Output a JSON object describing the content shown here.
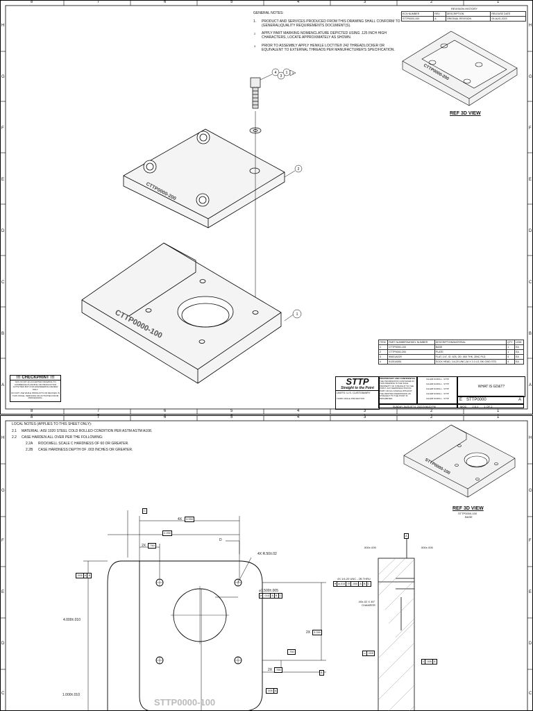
{
  "sheet1": {
    "zone_cols": [
      "8",
      "7",
      "6",
      "5",
      "4",
      "3",
      "2",
      "1"
    ],
    "zone_rows": [
      "H",
      "G",
      "F",
      "E",
      "D",
      "C",
      "B",
      "A"
    ],
    "general_notes_title": "GENERAL NOTES:",
    "notes": [
      {
        "num": "1.",
        "text": "PRODUCT AND SERVICES PRODUCED FROM THIS DRAWING SHALL CONFORM TO (GENERAL)QUALITY REQUIREMENTS DOCUMENT(S)."
      },
      {
        "num": "2",
        "text": "APPLY PART MARKING NOMENCLATURE DEPICTED USING .125 INCH HIGH CHARACTERS, LOCATE APPROXIMATELY AS SHOWN."
      },
      {
        "num": "3",
        "text": "PRIOR TO ASSEMBLY APPLY HENKLE LOCTITE® 242 THREADLOCKER OR EQUIVALENT TO EXTERNAL THREADS PER MANUFACTURER'S SPECIFICATION."
      }
    ],
    "revision_table": {
      "title": "REVISION HISTORY",
      "headers": [
        "ECN NUMBER",
        "REV",
        "DESCRIPTION",
        "RELEASE DATE"
      ],
      "rows": [
        [
          "STTP0000-000",
          "A",
          "ORIGINAL REVISION",
          "09-AUG-2023"
        ]
      ]
    },
    "ref_view_label": "REF 3D VIEW",
    "upper_plate_marking": "CTTP0000-200",
    "base_plate_marking": "CTTP0000-100",
    "iso_marking": "CTTP0000-200",
    "balloons": {
      "b1": "1",
      "b2": "2",
      "b3": "3",
      "b4": "4",
      "b3note": "3"
    },
    "checkprint": {
      "title": "!!! CHECKPRINT !!!",
      "line1": "THIS IS NOT AN ACCEPTED DRAWING TO COMMENCE PLANNING OR PRODUCTION ACTIVITIES BUT FOR ENGINEERING REVIEW ONLY.",
      "line2": "DO NOT USE WHILE PRODUCTS OR DEVICES IN THIS STAGE, SERVICES OR ACTIVITIES FROM PROCESSING."
    },
    "bom": {
      "headers": [
        "ITEM",
        "PART NUMBER/MODEL NUMBER",
        "DESCRIPTION/MATERIAL",
        "QTY",
        "UOM"
      ],
      "rows": [
        [
          "1",
          "CTTP0000-100",
          "BASE",
          "1",
          "EA"
        ],
        [
          "2",
          "CTTP0000-200",
          "PLATE",
          "1",
          "EA"
        ],
        [
          "3",
          "90631A029",
          "FLAT, 1/4\", ID .625, OD .063 THK, ZINC PLD",
          "4",
          "EA"
        ],
        [
          "4",
          "91251A551",
          "SOCK HEAD, 1/4-20 UNC-2A X 1.0 LG, BK OXID STD",
          "4",
          "EA"
        ]
      ]
    },
    "title_block": {
      "company": "STTP",
      "tagline": "Straight to the Point",
      "units": "UNITS: U.S. CUSTOMARY",
      "third_angle": "THIRD ANGLE PROJECTION",
      "prop_title": "PROPRIETARY AND CONFIDENTIAL",
      "prop_text": "THE INFORMATION CONTAINED IN THIS DRAWING IS THE SOLE PROPERTY OF STRAIGHT TO THE POINT. ANY REPRODUCTION IN PART OR AS A WHOLE WITHOUT THE WRITTEN PERMISSION OF STRAIGHT TO THE POINT IS PROHIBITED.",
      "drawn_by": "CALEB SCROLL - STTP",
      "checked_by": "CALEB SCROLL - STTP",
      "engineer": "CALEB SCROLL - STTP",
      "approved_by": "CALEB SCROLL - STTP",
      "released_by": "CALEB SCROLL - STTP",
      "title": "WHAT IS GD&T?",
      "size": "E",
      "drawing_no": "STTP0000",
      "rev": "A",
      "type": "MOD",
      "scale": "2.5:1",
      "sheet": "1 OF 2",
      "date": "SUNDAY, AUGUST 6, 2023 5:06:20 PM",
      "cage": "STTP0000-000"
    }
  },
  "sheet2": {
    "local_notes_title": "LOCAL NOTES (APPLIES TO THIS SHEET ONLY):",
    "local_notes": [
      {
        "num": "2.1",
        "text": "MATERIAL: AISI 1020 STEEL COLD ROLLED CONDITION PER ASTM ASTM A108."
      },
      {
        "num": "2.2",
        "text": "CASE HARDEN ALL OVER PER THE FOLLOWING:"
      },
      {
        "num": "2.2A",
        "text": "ROCKWELL SCALE C HARDNESS OF 60 OR GREATER."
      },
      {
        "num": "2.2B",
        "text": "CASE HARDNESS DEPTH OF .003 INCHES OR GREATER."
      }
    ],
    "ref_view_label": "REF 3D VIEW",
    "ref_view_sub1": "STTP0000-100",
    "ref_view_sub2": "BASE",
    "iso_marking": "STTP0000-100",
    "front_marking": "STTP0000-100",
    "datum_c": "C",
    "datum_a": "A",
    "datum_b": "B",
    "dim_4x_3250": "4X",
    "dim_3250": "3.250",
    "dim_2x_750": "2X",
    "dim_750": ".750",
    "dim_250box": "2.250",
    "dim_d": "D",
    "dim_radius": "4X R.50±.02",
    "dim_hole": "⌀1.500±.005",
    "dim_height": "4.000±.010",
    "dim_2x_3250": "2X",
    "dim_3250b": "3.250",
    "dim_2x_750b": "2X",
    "dim_750b": ".750",
    "dim_bottom": "1.000±.010",
    "fcf_left": [
      ".005",
      "A",
      "B"
    ],
    "fcf_hole": [
      "⌀",
      ".010",
      "A",
      "B",
      "C"
    ],
    "fcf_bottom": [
      ".005",
      "A"
    ],
    "side_top_left": ".500±.005",
    "side_top_right": ".500±.005",
    "thread_callout": "4X 1/4-20 UNC - 2B THRU",
    "fcf_thread": [
      "⌖",
      "⌀.014",
      "Ⓜ",
      ".000",
      "A",
      "B",
      "C"
    ],
    "chamfer": ".06±.02 X 45°",
    "chamfer2": "CHAMFER",
    "fcf_flat": [
      ".005"
    ],
    "fcf_parallel": [
      "//",
      ".005",
      "A"
    ]
  }
}
